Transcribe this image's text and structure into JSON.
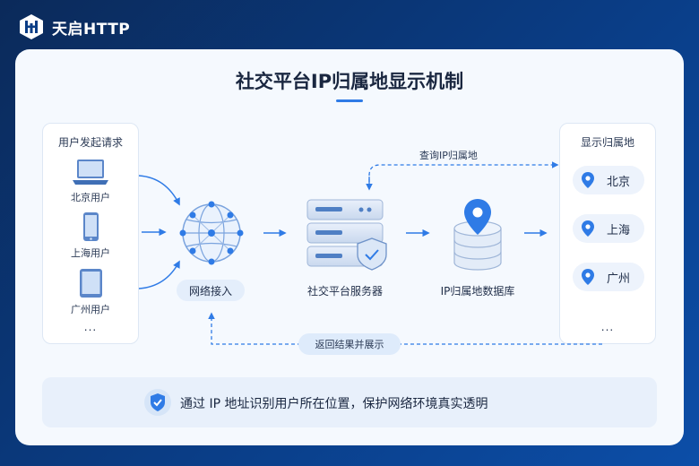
{
  "brand": {
    "name": "天启HTTP",
    "logo_icon": "hexagon-logo-icon"
  },
  "title": "社交平台IP归属地显示机制",
  "users_panel": {
    "title": "用户发起请求",
    "items": [
      {
        "label": "北京用户",
        "icon": "laptop-icon"
      },
      {
        "label": "上海用户",
        "icon": "phone-icon"
      },
      {
        "label": "广州用户",
        "icon": "tablet-icon"
      }
    ],
    "more": "..."
  },
  "nodes": {
    "network": "网络接入",
    "server": "社交平台服务器",
    "database": "IP归属地数据库"
  },
  "flows": {
    "query": "查询IP归属地",
    "return": "返回结果并展示"
  },
  "locations_panel": {
    "title": "显示归属地",
    "items": [
      {
        "label": "北京",
        "icon": "map-pin-icon"
      },
      {
        "label": "上海",
        "icon": "map-pin-icon"
      },
      {
        "label": "广州",
        "icon": "map-pin-icon"
      }
    ],
    "more": "..."
  },
  "footer": {
    "text": "通过 IP 地址识别用户所在位置，保护网络环境真实透明",
    "icon": "shield-check-icon"
  },
  "colors": {
    "accent": "#2f7be6",
    "background": "#0a3d86",
    "card": "#f5f9fe"
  }
}
